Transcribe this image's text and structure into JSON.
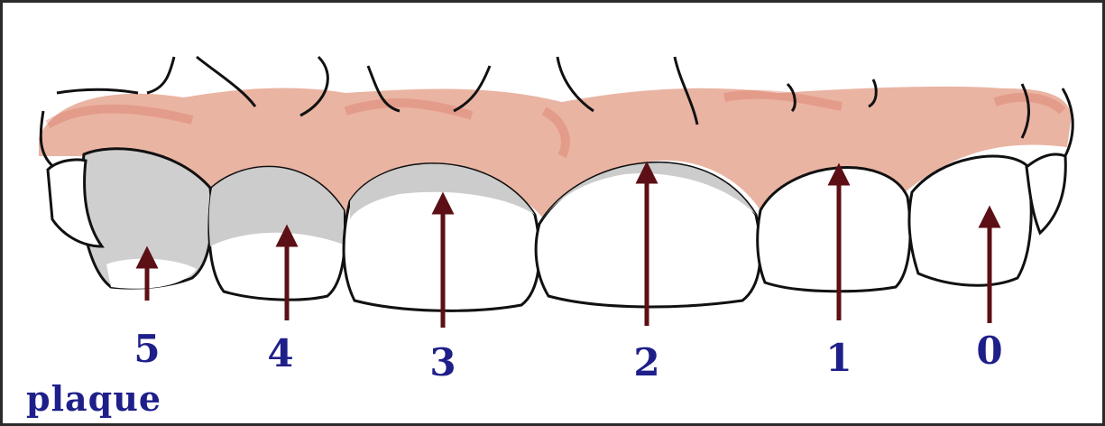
{
  "caption": "plaque",
  "scores": [
    "5",
    "4",
    "3",
    "2",
    "1",
    "0"
  ],
  "colors": {
    "gum": "#e9a48f",
    "gum_dark": "#d9705c",
    "plaque": "#c9c9c9",
    "tooth": "#ffffff",
    "outline": "#111111",
    "arrow": "#5c0f14",
    "label": "#1f1f8a"
  }
}
